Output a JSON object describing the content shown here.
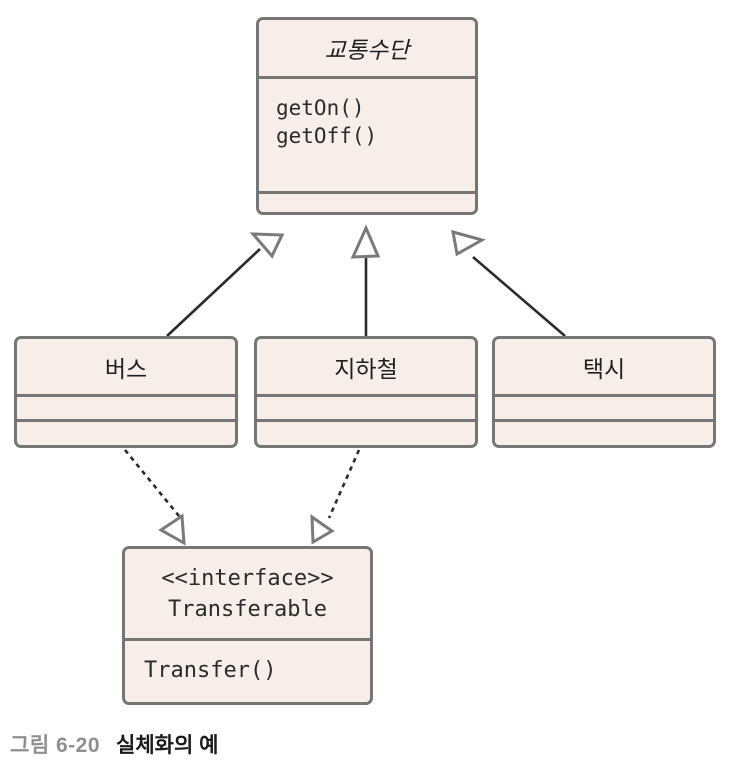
{
  "diagram": {
    "boxes": {
      "transport": {
        "title": "교통수단",
        "methods": [
          "getOn()",
          "getOff()"
        ]
      },
      "bus": {
        "title": "버스"
      },
      "subway": {
        "title": "지하철"
      },
      "taxi": {
        "title": "택시"
      },
      "transferable": {
        "stereotype": "<<interface>>",
        "title": "Transferable",
        "methods": [
          "Transfer()"
        ]
      }
    },
    "relationships": [
      {
        "type": "generalization",
        "from": "버스",
        "to": "교통수단",
        "line": "solid",
        "arrowhead": "hollow-triangle"
      },
      {
        "type": "generalization",
        "from": "지하철",
        "to": "교통수단",
        "line": "solid",
        "arrowhead": "hollow-triangle"
      },
      {
        "type": "generalization",
        "from": "택시",
        "to": "교통수단",
        "line": "solid",
        "arrowhead": "hollow-triangle"
      },
      {
        "type": "realization",
        "from": "버스",
        "to": "Transferable",
        "line": "dashed",
        "arrowhead": "hollow-triangle"
      },
      {
        "type": "realization",
        "from": "지하철",
        "to": "Transferable",
        "line": "dashed",
        "arrowhead": "hollow-triangle"
      }
    ]
  },
  "caption": {
    "figure_label": "그림 6-20",
    "figure_title": "실체화의 예"
  },
  "colors": {
    "box_fill": "#f7eeea",
    "box_border": "#767676",
    "arrow_line": "#2b2b2b",
    "triangle_stroke": "#7a7a7a",
    "triangle_fill": "#ffffff",
    "caption_label": "#8f8f8f",
    "caption_title": "#1b1b1b"
  }
}
